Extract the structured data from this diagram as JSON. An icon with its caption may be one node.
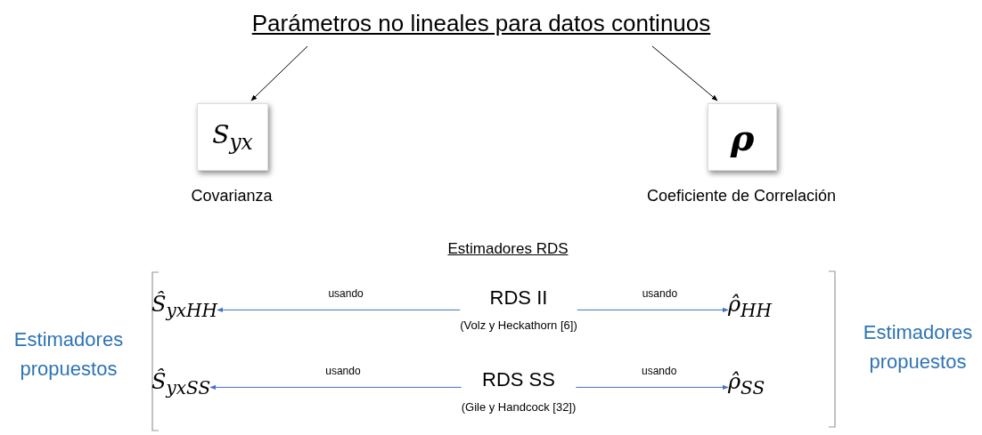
{
  "diagram": {
    "nodes": [
      {
        "text": [
          "Parámetros no lineales para datos continuos"
        ]
      },
      {
        "text": [
          "S$_{yx}$"
        ],
        "beside": [
          "Covarianza"
        ]
      },
      {
        "text": [
          "ρ"
        ],
        "beside": [
          "Coeficiente de Correlación"
        ]
      },
      {
        "text": [
          "Ŝ$_{yxHH}$"
        ]
      },
      {
        "text": [
          "RDS II",
          "(Volz y Heckathorn [6])"
        ]
      },
      {
        "text": [
          "ρ̂$_{HH}$"
        ]
      },
      {
        "text": [
          "Ŝ$_{yxSS}$"
        ]
      },
      {
        "text": [
          "RDS SS",
          "(Gile y Handcock [32])"
        ]
      },
      {
        "text": [
          "ρ̂$_{SS}$"
        ]
      }
    ],
    "edges": [
      {
        "from": 0,
        "to": 1,
        "arrow": "to",
        "color": "#000000"
      },
      {
        "from": 0,
        "to": 2,
        "arrow": "to",
        "color": "#000000"
      },
      {
        "from": 4,
        "to": 3,
        "arrow": "to",
        "label": "usando"
      },
      {
        "from": 4,
        "to": 5,
        "arrow": "to",
        "label": "usando"
      },
      {
        "from": 7,
        "to": 6,
        "arrow": "to",
        "label": "usando"
      },
      {
        "from": 7,
        "to": 8,
        "arrow": "to",
        "label": "usando"
      }
    ],
    "labels": [
      "Estimadores RDS",
      "Estimadores propuestos",
      "Estimadores propuestos"
    ]
  }
}
